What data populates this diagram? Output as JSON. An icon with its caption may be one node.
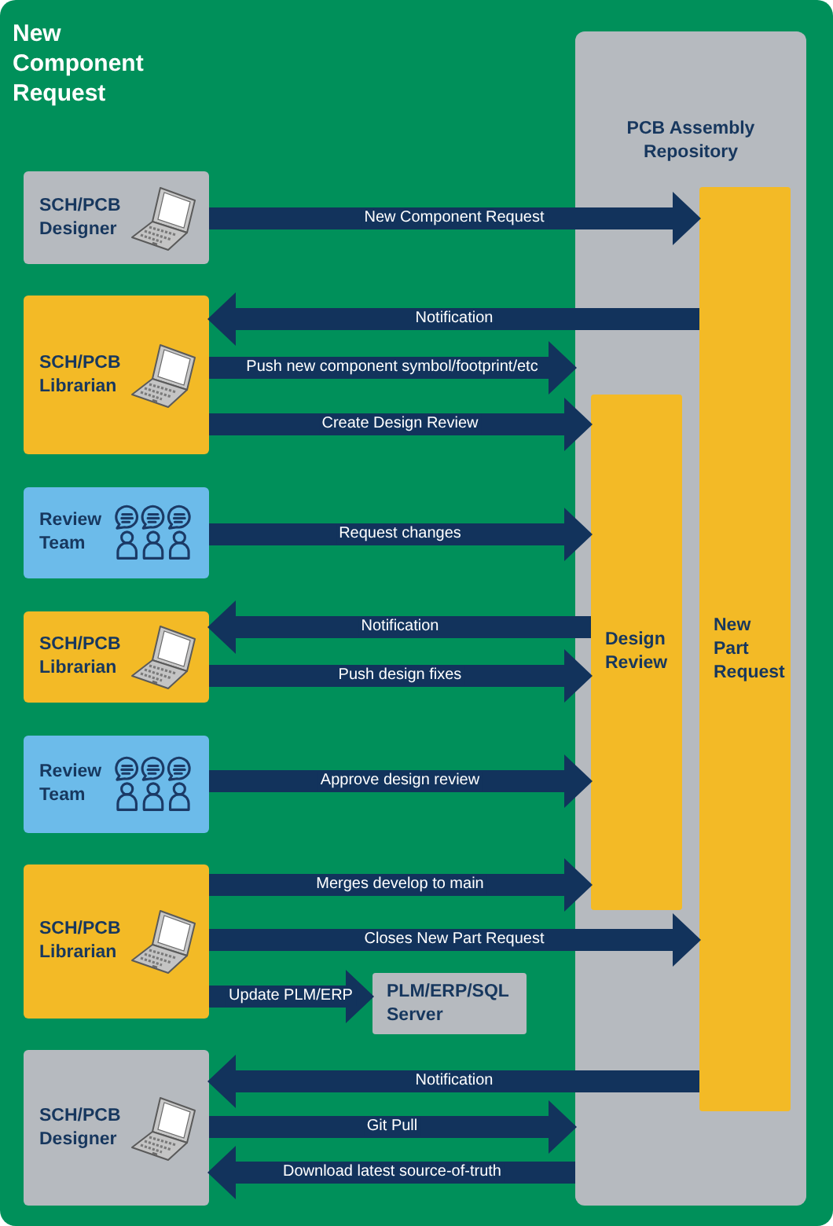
{
  "diagram": {
    "title": "New Component Request",
    "nodes": [
      {
        "text": [
          "PCB Assembly Repository"
        ]
      },
      {
        "text": [
          "SCH/PCB Designer"
        ]
      },
      {
        "text": [
          "New Part Request"
        ],
        "in": 0
      },
      {
        "text": [
          "SCH/PCB Librarian"
        ]
      },
      {
        "text": [
          "Design Review"
        ],
        "in": 0
      },
      {
        "text": [
          "Review Team"
        ]
      },
      {
        "text": [
          "SCH/PCB Librarian"
        ]
      },
      {
        "text": [
          "Review Team"
        ]
      },
      {
        "text": [
          "SCH/PCB Librarian"
        ]
      },
      {
        "text": [
          "PLM/ERP/SQL Server"
        ]
      },
      {
        "text": [
          "SCH/PCB Designer"
        ]
      }
    ],
    "edges": [
      {
        "from": 1,
        "to": 2,
        "arrow": "to",
        "label": "New Component Request"
      },
      {
        "from": 2,
        "to": 3,
        "arrow": "to",
        "label": "Notification"
      },
      {
        "from": 3,
        "to": 0,
        "arrow": "to",
        "label": "Push new component symbol/footprint/etc"
      },
      {
        "from": 3,
        "to": 4,
        "arrow": "to",
        "label": "Create Design Review"
      },
      {
        "from": 5,
        "to": 4,
        "arrow": "to",
        "label": "Request changes"
      },
      {
        "from": 4,
        "to": 6,
        "arrow": "to",
        "label": "Notification"
      },
      {
        "from": 6,
        "to": 4,
        "arrow": "to",
        "label": "Push design fixes"
      },
      {
        "from": 7,
        "to": 4,
        "arrow": "to",
        "label": "Approve design review"
      },
      {
        "from": 8,
        "to": 4,
        "arrow": "to",
        "label": "Merges develop to main"
      },
      {
        "from": 8,
        "to": 2,
        "arrow": "to",
        "label": "Closes New Part Request"
      },
      {
        "from": 8,
        "to": 9,
        "arrow": "to",
        "label": "Update PLM/ERP"
      },
      {
        "from": 2,
        "to": 10,
        "arrow": "to",
        "label": "Notification"
      },
      {
        "from": 10,
        "to": 0,
        "arrow": "to",
        "label": "Git Pull"
      },
      {
        "from": 0,
        "to": 10,
        "arrow": "to",
        "label": "Download latest source-of-truth"
      }
    ]
  }
}
